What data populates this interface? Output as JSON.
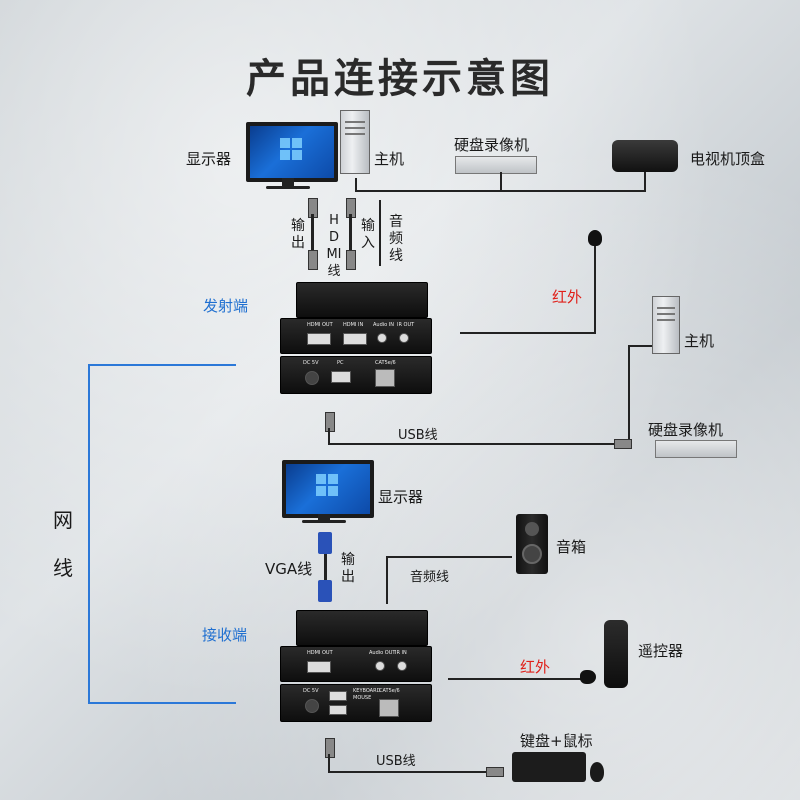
{
  "title": "产品连接示意图",
  "labels": {
    "monitor_top": "显示器",
    "host_top": "主机",
    "dvr_top": "硬盘录像机",
    "tv_box": "电视机顶盒",
    "output_cable": "输出",
    "hdmi_cable": "HDMI线",
    "input_cable": "输入",
    "audio_cable_top": "音频线",
    "transmitter": "发射端",
    "ir_top": "红外",
    "host_right": "主机",
    "usb_top": "USB线",
    "dvr_right": "硬盘录像机",
    "network_cable": "网线",
    "monitor_bottom": "显示器",
    "vga_cable": "VGA线",
    "output_bottom": "输出",
    "speaker": "音箱",
    "audio_cable_bottom": "音频线",
    "receiver": "接收端",
    "remote": "遥控器",
    "ir_bottom": "红外",
    "keyboard_mouse": "键盘+鼠标",
    "usb_bottom": "USB线"
  },
  "device_text": {
    "tx_hdmi_out": "HDMI OUT",
    "tx_hdmi_in": "HDMI IN",
    "tx_audio_in": "Audio IN",
    "tx_ir_out": "IR OUT",
    "tx_dc": "DC 5V",
    "tx_pc": "PC",
    "tx_cat": "CAT5e/6",
    "rx_hdmi_out": "HDMI OUT",
    "rx_audio_out": "Audio OUT",
    "rx_ir_in": "IR IN",
    "rx_dc": "DC 5V",
    "rx_keyboard": "KEYBOARD",
    "rx_mouse": "MOUSE",
    "rx_cat": "CAT5e/6"
  },
  "colors": {
    "accent_blue": "#1f6fd0",
    "ir_red": "#e0201a",
    "network_line": "#2b78d8"
  }
}
